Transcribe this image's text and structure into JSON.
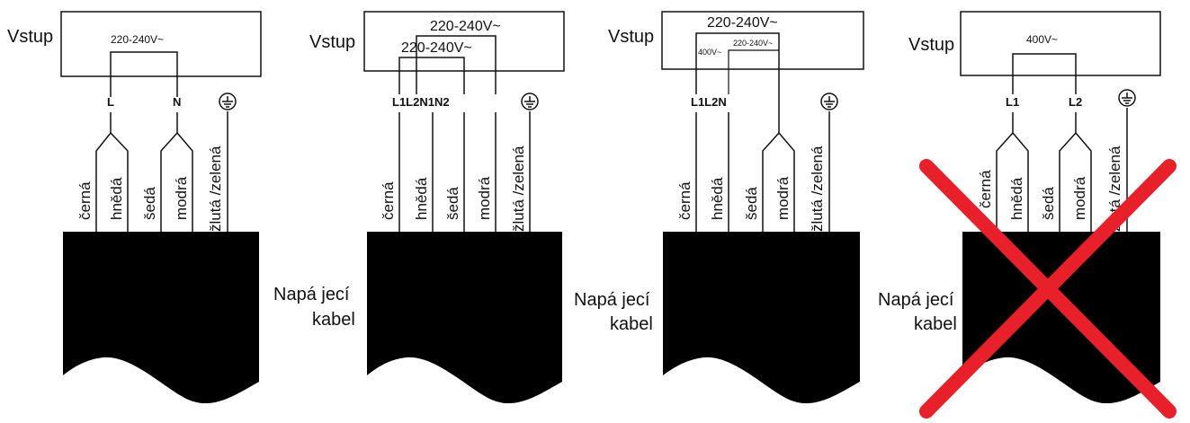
{
  "diagrams": [
    {
      "input_label": "Vstup",
      "cable_label_1": "",
      "cable_label_2": "",
      "voltage_outer": "220-240V~",
      "voltage_inner": "",
      "voltage_small": "",
      "terminals": [
        "L",
        "N"
      ],
      "crossed": false
    },
    {
      "input_label": "Vstup",
      "cable_label_1": "Napá jecí",
      "cable_label_2": "kabel",
      "voltage_outer": "220-240V~",
      "voltage_inner": "220-240V~",
      "voltage_small": "",
      "terminals": [
        "L1L2N1N2"
      ],
      "crossed": false
    },
    {
      "input_label": "Vstup",
      "cable_label_1": "Napá jecí",
      "cable_label_2": "kabel",
      "voltage_outer": "220-240V~",
      "voltage_inner": "220-240V~",
      "voltage_small": "400V~",
      "terminals": [
        "L1L2N"
      ],
      "crossed": false
    },
    {
      "input_label": "Vstup",
      "cable_label_1": "Napá jecí",
      "cable_label_2": "kabel",
      "voltage_outer": "400V~",
      "voltage_inner": "",
      "voltage_small": "",
      "terminals": [
        "L1",
        "L2"
      ],
      "crossed": true,
      "cross_color": "#e8202a"
    }
  ],
  "wire_colors": [
    "černá",
    "hnědá",
    "šedá",
    "modrá",
    "žlutá /zelená"
  ],
  "icons": {
    "ground": "ground-icon",
    "cross": "red-x-mark"
  }
}
